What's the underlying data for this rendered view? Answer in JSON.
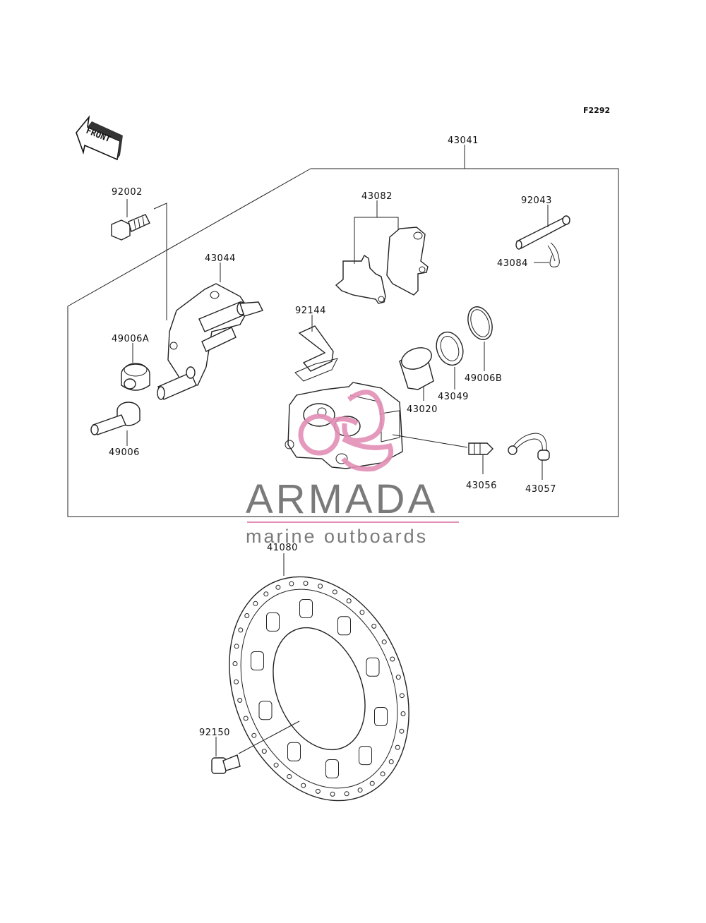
{
  "diagram_code": "F2292",
  "front_label": "FRONT",
  "brand": {
    "name": "ARMADA",
    "tagline": "marine outboards",
    "accent_color": "#e38fb5",
    "text_color": "#7a7a7a"
  },
  "parts": {
    "p43041": "43041",
    "p92002": "92002",
    "p43082": "43082",
    "p92043": "92043",
    "p43084": "43084",
    "p43044": "43044",
    "p92144": "92144",
    "p49006A": "49006A",
    "p49006B": "49006B",
    "p43049": "43049",
    "p43020": "43020",
    "p49006": "49006",
    "p43056": "43056",
    "p43057": "43057",
    "p41080": "41080",
    "p92150": "92150"
  }
}
